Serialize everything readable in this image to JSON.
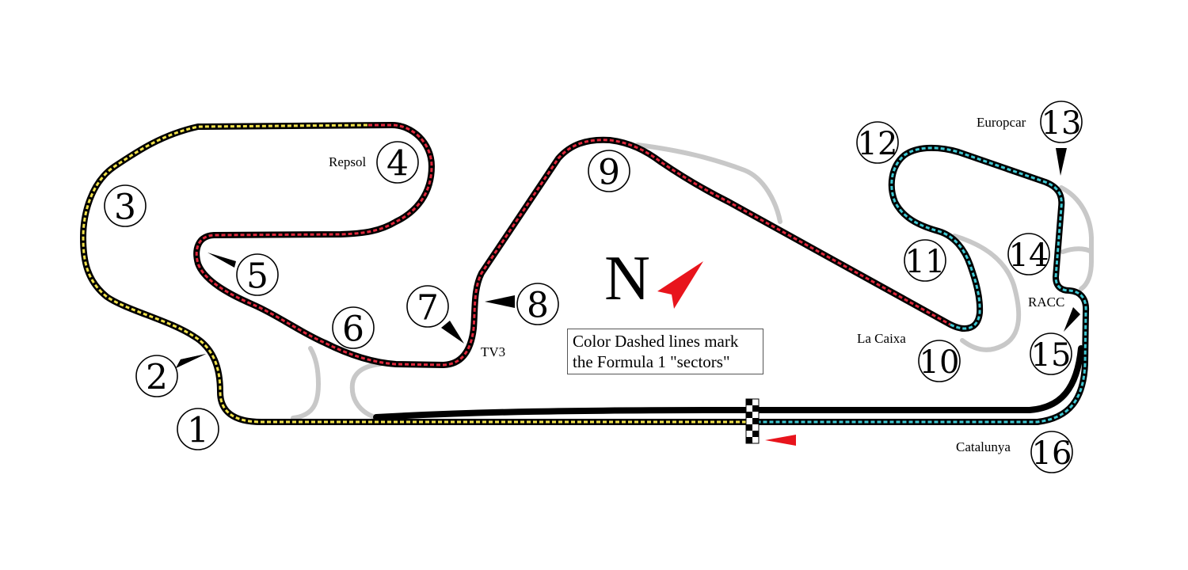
{
  "corners": [
    {
      "num": "1"
    },
    {
      "num": "2"
    },
    {
      "num": "3"
    },
    {
      "num": "4"
    },
    {
      "num": "5"
    },
    {
      "num": "6"
    },
    {
      "num": "7"
    },
    {
      "num": "8"
    },
    {
      "num": "9"
    },
    {
      "num": "10"
    },
    {
      "num": "11"
    },
    {
      "num": "12"
    },
    {
      "num": "13"
    },
    {
      "num": "14"
    },
    {
      "num": "15"
    },
    {
      "num": "16"
    }
  ],
  "labels": {
    "repsol": "Repsol",
    "tv3": "TV3",
    "la_caixa": "La Caixa",
    "europcar": "Europcar",
    "racc": "RACC",
    "catalunya": "Catalunya"
  },
  "compass": {
    "letter": "N"
  },
  "note": {
    "line1": "Color Dashed lines mark",
    "line2": "the Formula 1 \"sectors\""
  },
  "colors": {
    "sector1": "#f2e24a",
    "sector2": "#e0283c",
    "sector3": "#3fc9d4",
    "track": "#000000",
    "runoff": "#c8c8c8",
    "arrow_red": "#e8141c"
  }
}
